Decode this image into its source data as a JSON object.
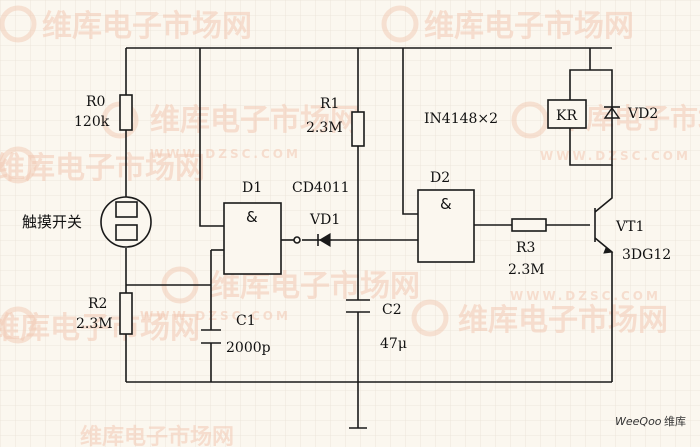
{
  "labels": {
    "r0": "R0",
    "r0_val": "120k",
    "r1": "R1",
    "r1_val": "2.3M",
    "r2": "R2",
    "r2_val": "2.3M",
    "r3": "R3",
    "r3_val": "2.3M",
    "c1": "C1",
    "c1_val": "2000p",
    "c2": "C2",
    "c2_val": "47μ",
    "d1": "D1",
    "d2": "D2",
    "chip": "CD4011",
    "vd1": "VD1",
    "vd2": "VD2",
    "kr": "KR",
    "vt1": "VT1",
    "vt1_val": "3DG12",
    "diode_note": "IN4148×2",
    "touch": "触摸开关",
    "gate_symbol": "&"
  },
  "watermark": {
    "brand": "维库电子市场网",
    "site": "WWW.DZSC.COM"
  },
  "footer": {
    "brand": "WeeQoo",
    "suffix": "维库"
  },
  "colors": {
    "background": "#fbf7ef",
    "grid": "#e9e2d6",
    "line": "#1a1a1a",
    "watermark": "#f2c9b4"
  }
}
